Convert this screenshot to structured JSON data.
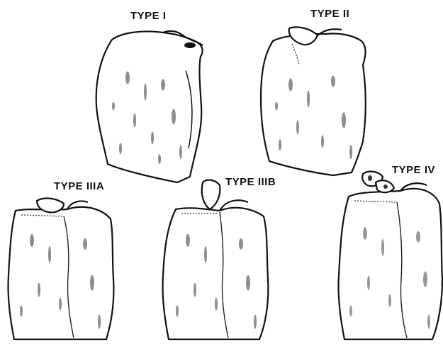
{
  "diagram": {
    "panels": [
      {
        "id": "type-1",
        "label": "TYPE I",
        "fragment": "none"
      },
      {
        "id": "type-2",
        "label": "TYPE II",
        "fragment": "tongue-avulsion"
      },
      {
        "id": "type-3a",
        "label": "TYPE IIIA",
        "fragment": "displaced-tongue"
      },
      {
        "id": "type-3b",
        "label": "TYPE IIIB",
        "fragment": "displaced-comminuted"
      },
      {
        "id": "type-4",
        "label": "TYPE IV",
        "fragment": "comminuted"
      }
    ]
  },
  "colors": {
    "ink": "#111111",
    "paper": "#ffffff",
    "shade": "#555555"
  }
}
